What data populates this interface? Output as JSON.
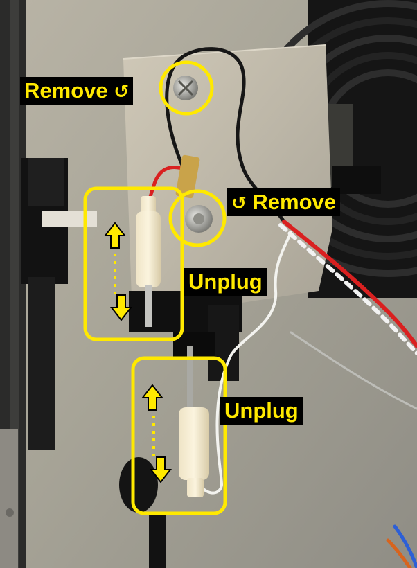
{
  "annotations": {
    "remove_top": {
      "text": "Remove",
      "icon": "counterclockwise-arrow-icon",
      "glyph": "↺"
    },
    "remove_middle": {
      "text": "Remove",
      "icon": "counterclockwise-arrow-icon",
      "glyph": "↺"
    },
    "unplug_upper": {
      "text": "Unplug"
    },
    "unplug_lower": {
      "text": "Unplug"
    }
  },
  "colors": {
    "annotation_yellow": "#ffe900",
    "label_background": "#000000"
  }
}
